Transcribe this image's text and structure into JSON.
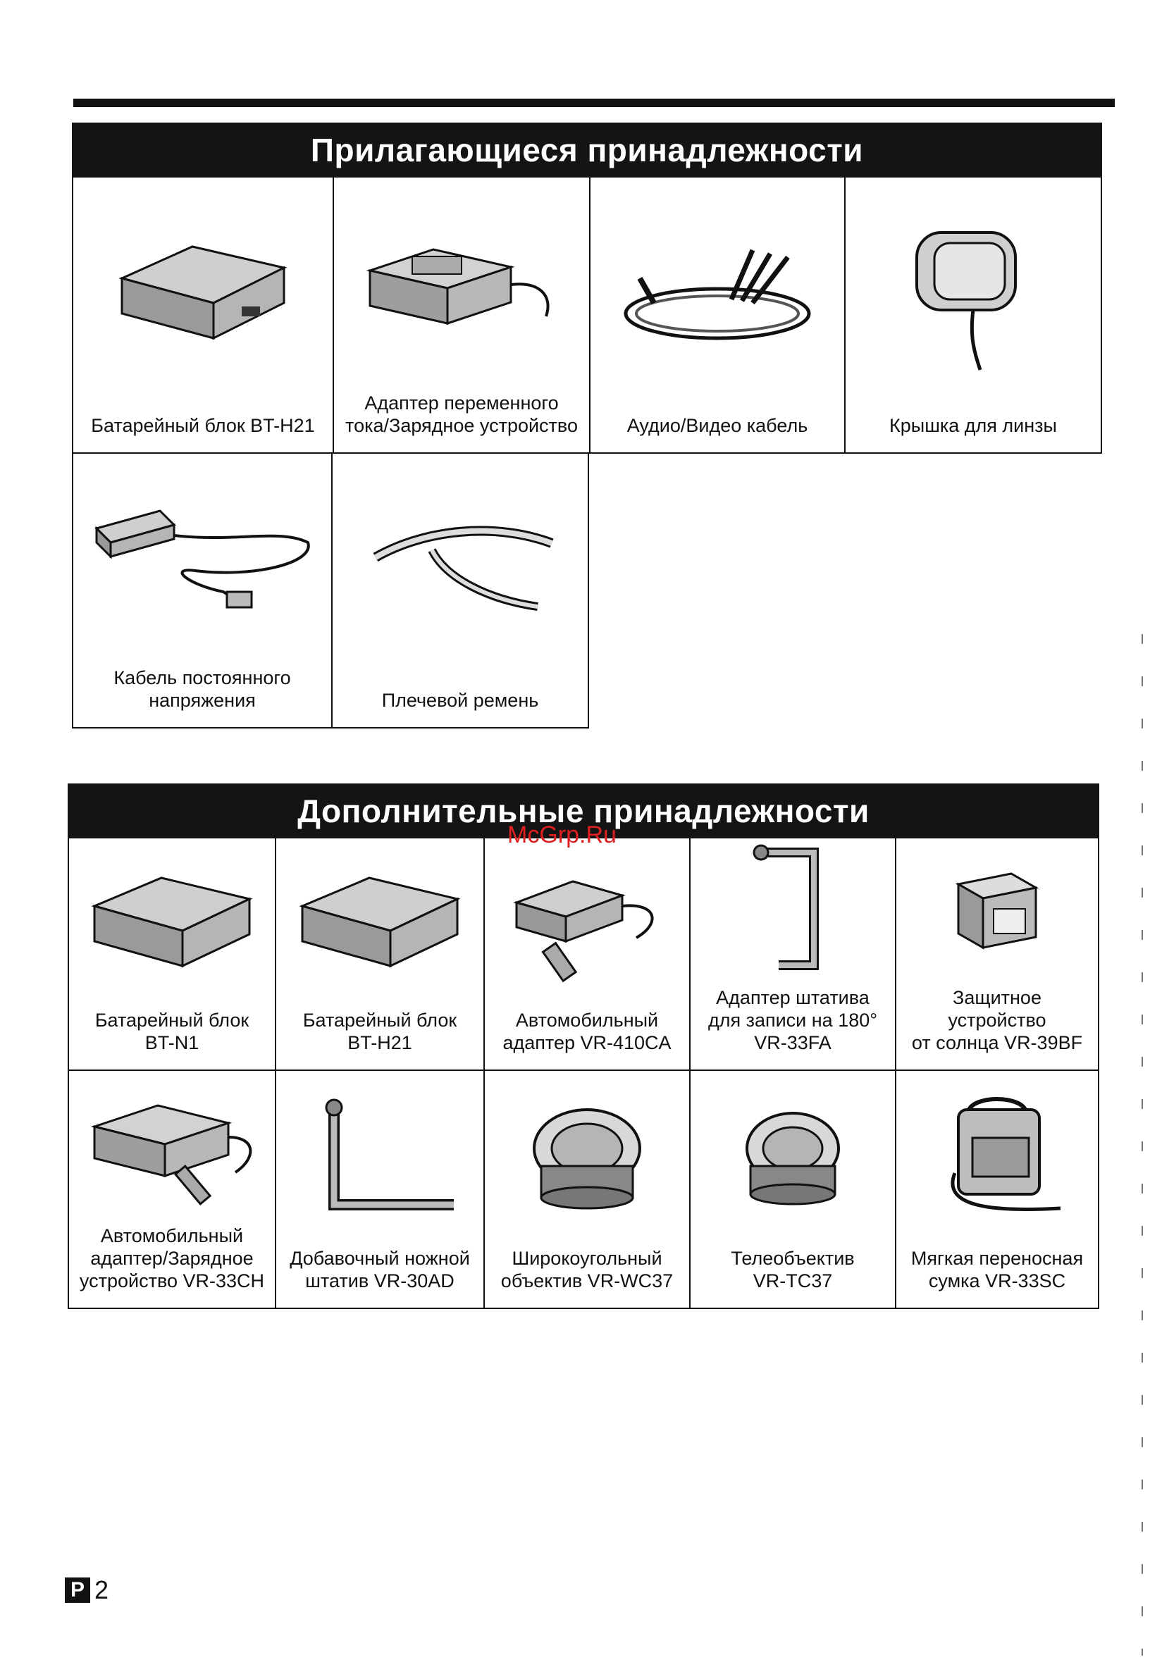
{
  "included": {
    "title": "Прилагающиеся принадлежности",
    "items": [
      {
        "label": "Батарейный блок BT-H21",
        "icon": "battery-pack-icon"
      },
      {
        "label": "Адаптер переменного\nтока/Зарядное устройство",
        "icon": "ac-adapter-charger-icon"
      },
      {
        "label": "Аудио/Видео кабель",
        "icon": "av-cable-icon"
      },
      {
        "label": "Крышка для линзы",
        "icon": "lens-cap-icon"
      },
      {
        "label": "Кабель постоянного\nнапряжения",
        "icon": "dc-cable-icon"
      },
      {
        "label": "Плечевой ремень",
        "icon": "shoulder-strap-icon"
      }
    ]
  },
  "optional": {
    "title": "Дополнительные принадлежности",
    "items": [
      {
        "label": "Батарейный блок\nBT-N1",
        "icon": "battery-pack-icon"
      },
      {
        "label": "Батарейный блок\nBT-H21",
        "icon": "battery-pack-icon"
      },
      {
        "label": "Автомобильный\nадаптер VR-410CA",
        "icon": "car-adapter-icon"
      },
      {
        "label": "Адаптер штатива\nдля записи на 180°\nVR-33FA",
        "icon": "tripod-bracket-icon"
      },
      {
        "label": "Защитное устройство\nот солнца VR-39BF",
        "icon": "sun-shield-icon"
      },
      {
        "label": "Автомобильный\nадаптер/Зарядное\nустройство VR-33CH",
        "icon": "car-charger-icon"
      },
      {
        "label": "Добавочный ножной\nштатив VR-30AD",
        "icon": "bracket-tripod-icon"
      },
      {
        "label": "Широкоугольный\nобъектив VR-WC37",
        "icon": "wide-lens-icon"
      },
      {
        "label": "Телеобъектив\nVR-TC37",
        "icon": "tele-lens-icon"
      },
      {
        "label": "Мягкая переносная\nсумка VR-33SC",
        "icon": "soft-bag-icon"
      }
    ]
  },
  "watermark": "McGrp.Ru",
  "page": {
    "letter": "P",
    "number": "2"
  }
}
